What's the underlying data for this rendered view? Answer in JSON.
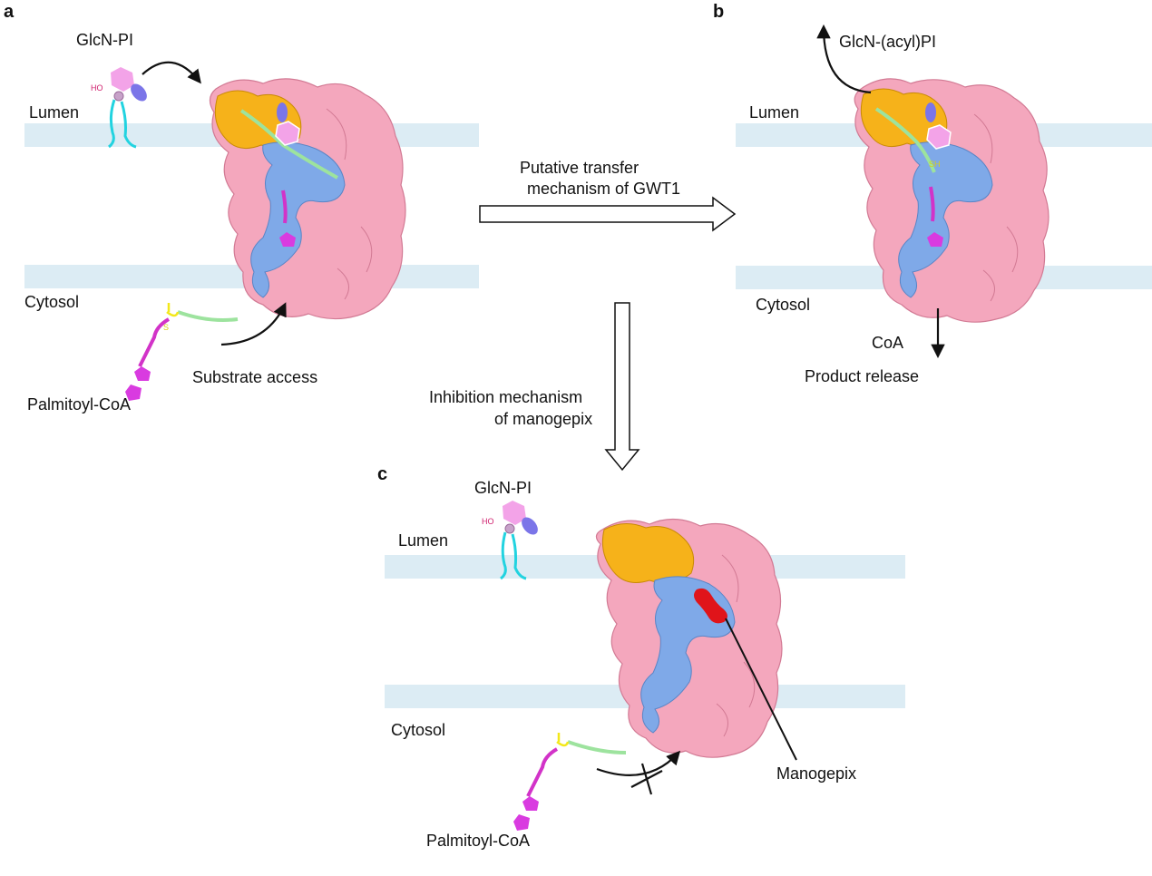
{
  "panels": {
    "a": {
      "letter": "a",
      "glcn_pi": "GlcN-PI",
      "lumen": "Lumen",
      "cytosol": "Cytosol",
      "palmitoyl_coa": "Palmitoyl-CoA",
      "substrate_access": "Substrate access",
      "ho": "HO",
      "s": "S"
    },
    "b": {
      "letter": "b",
      "product": "GlcN-(acyl)PI",
      "lumen": "Lumen",
      "cytosol": "Cytosol",
      "coa": "CoA",
      "product_release": "Product release",
      "sh": "SH"
    },
    "c": {
      "letter": "c",
      "glcn_pi": "GlcN-PI",
      "lumen": "Lumen",
      "cytosol": "Cytosol",
      "palmitoyl_coa": "Palmitoyl-CoA",
      "manogepix": "Manogepix",
      "ho": "HO"
    }
  },
  "transitions": {
    "transfer_line1": "Putative transfer",
    "transfer_line2": "mechanism of GWT1",
    "inhibition_line1": "Inhibition mechanism",
    "inhibition_line2": "of manogepix"
  },
  "colors": {
    "membrane": "#dcecf4",
    "protein": "#f4a7bd",
    "protein_edge": "#d27a94",
    "lumenal_cap": "#f6b21a",
    "channel": "#7fa9e8",
    "glucosamine": "#f3a3e8",
    "inositol_blade": "#7b75e8",
    "lipid_tail": "#22d3e0",
    "acyl_chain": "#9de39e",
    "coa_linker": "#d233c8",
    "adenosine": "#d93be0",
    "thioester": "#f3e81a",
    "manogepix": "#e0141a"
  }
}
